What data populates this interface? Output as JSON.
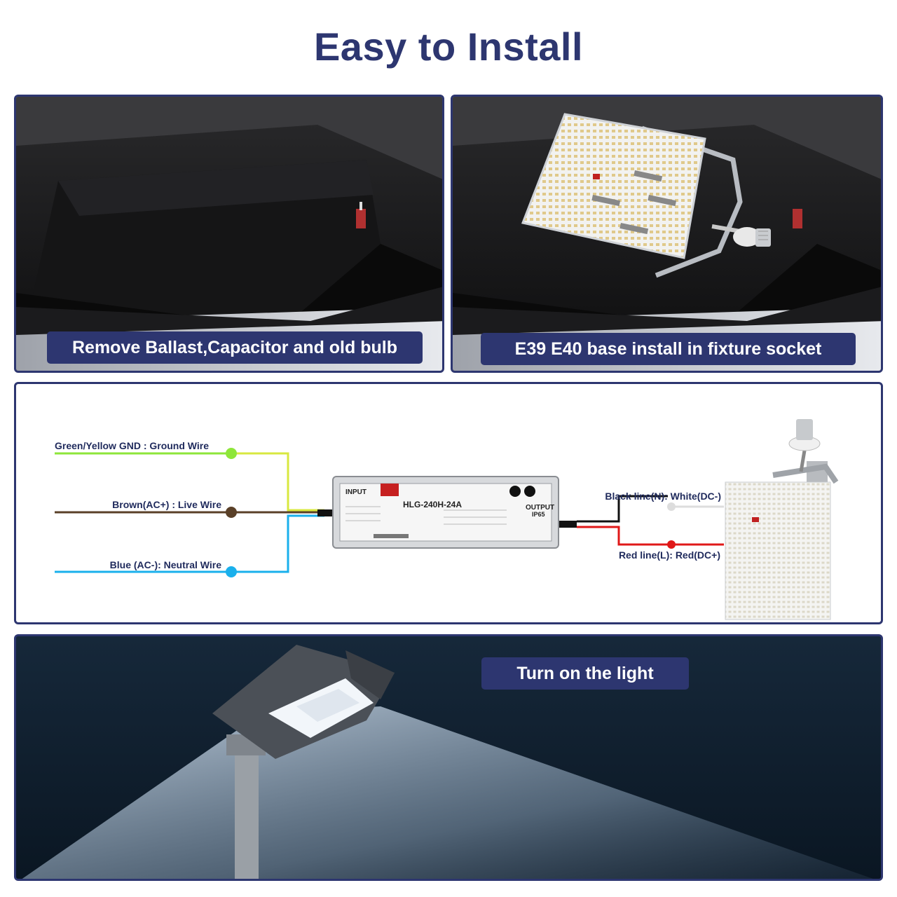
{
  "title": "Easy to Install",
  "panels": {
    "step1": {
      "caption": "Remove Ballast,Capacitor and old bulb"
    },
    "step2": {
      "caption": "E39 E40 base install in fixture socket"
    },
    "step3": {
      "caption": "Turn on the light"
    }
  },
  "wiring": {
    "ground": "Green/Yellow GND : Ground Wire",
    "live": "Brown(AC+)  : Live Wire",
    "neutral": "Blue (AC-):  Neutral Wire",
    "black": "Black line(N):  White(DC-)",
    "red": "Red line(L):  Red(DC+)",
    "driver": {
      "model": "HLG-240H-24A",
      "input": "INPUT",
      "output": "OUTPUT",
      "rating": "IP65"
    }
  },
  "colors": {
    "brand": "#2d3670",
    "ground": "#8ee63a",
    "live": "#5a4028",
    "neutral": "#1ab0ec",
    "dc_neg": "#111111",
    "dc_pos": "#e01818"
  }
}
